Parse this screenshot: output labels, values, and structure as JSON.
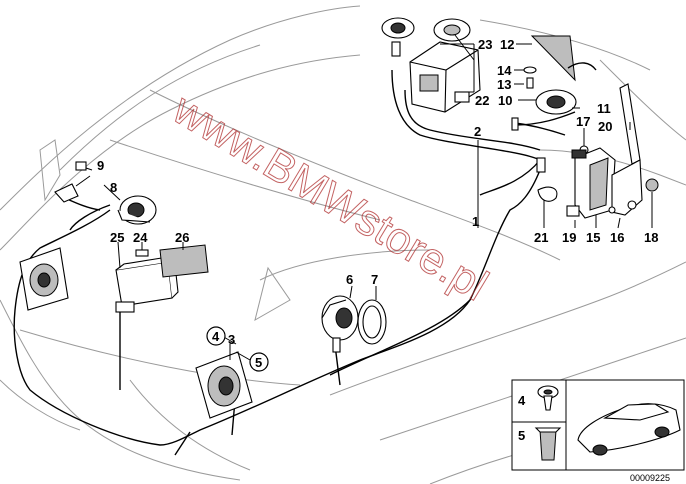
{
  "watermark": "www.BMWstore.pl",
  "diagram_number": "00009225",
  "callouts": {
    "c1": "1",
    "c2": "2",
    "c3": "3",
    "c4": "4",
    "c5": "5",
    "c6": "6",
    "c7": "7",
    "c8": "8",
    "c9": "9",
    "c10": "10",
    "c11": "11",
    "c12": "12",
    "c13": "13",
    "c14": "14",
    "c15": "15",
    "c16": "16",
    "c17": "17",
    "c18": "18",
    "c19": "19",
    "c20": "20",
    "c21": "21",
    "c22": "22",
    "c23": "23",
    "c24": "24",
    "c25": "25",
    "c26": "26"
  },
  "legend": {
    "item4": "4",
    "item5": "5"
  }
}
